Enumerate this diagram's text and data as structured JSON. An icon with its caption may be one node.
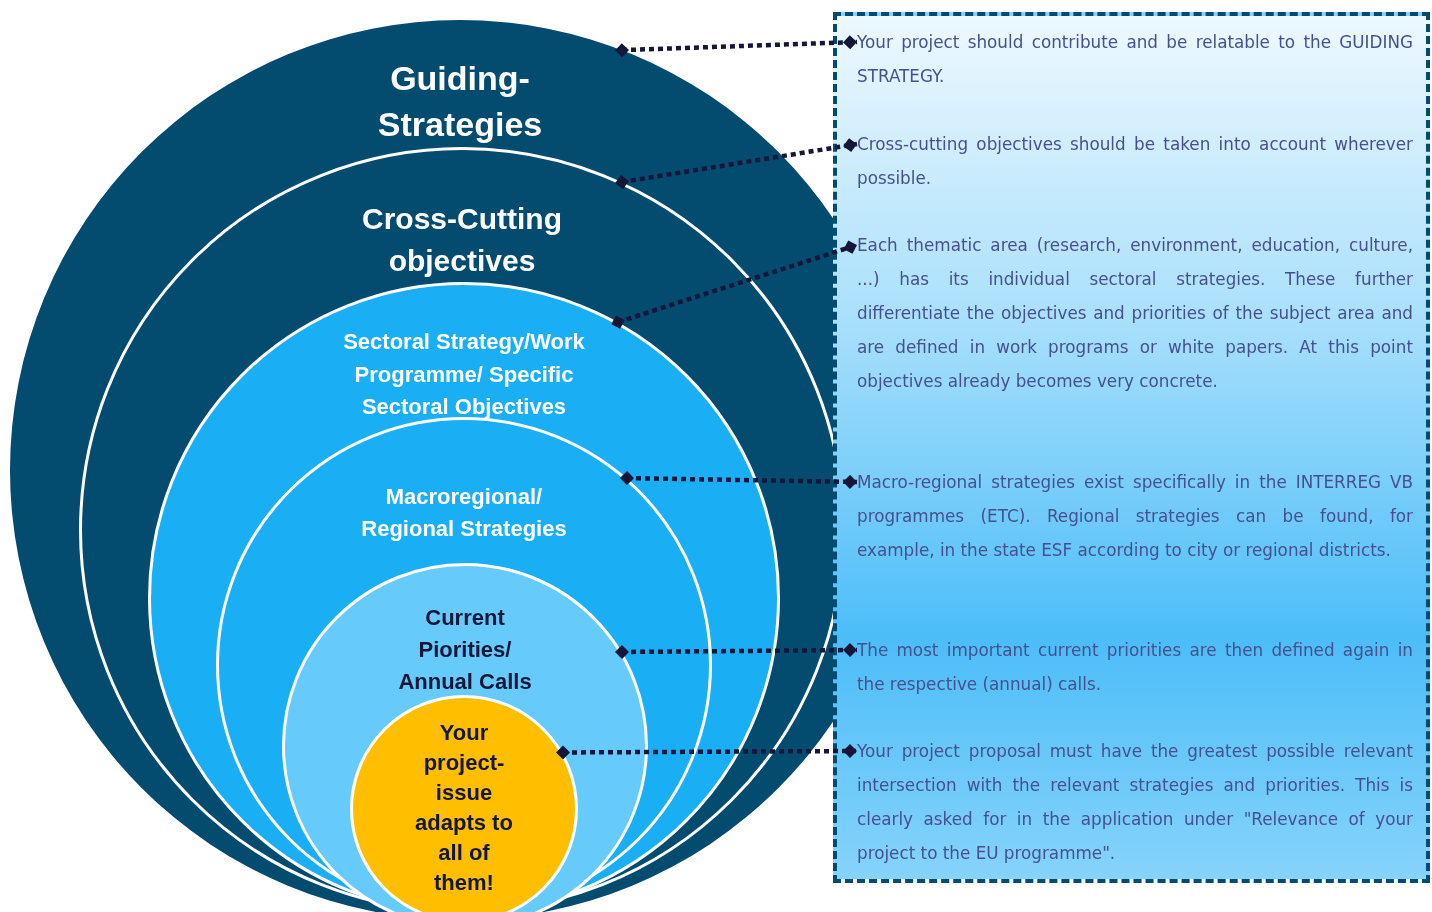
{
  "diagram": {
    "nodes": [
      {
        "text": [
          "Guiding-Strategies"
        ]
      },
      {
        "text": [
          "Cross-Cutting objectives"
        ],
        "in": 0
      },
      {
        "text": [
          "Sectoral Strategy/Work Programme/ Specific Sectoral Objectives"
        ],
        "in": 1
      },
      {
        "text": [
          "Macroregional/ Regional Strategies"
        ],
        "in": 2
      },
      {
        "text": [
          "Current Piorities/ Annual Calls"
        ],
        "in": 3
      },
      {
        "text": [
          "Your project-issue adapts to all of them!"
        ],
        "in": 4
      },
      {
        "text": [],
        "shape": "box"
      },
      {
        "text": [
          "Your project should contribute and be relatable to the GUIDING STRATEGY."
        ],
        "in": 6
      },
      {
        "text": [
          "Cross-cutting objectives should be taken into account wherever possible."
        ],
        "in": 6
      },
      {
        "text": [
          "Each thematic area (research, environment, education, culture, ...) has its individual sectoral strategies. These further differentiate the objectives and priorities of the subject area and are defined in work programs or white papers. At this point objectives already becomes very concrete."
        ],
        "in": 6
      },
      {
        "text": [
          "Macro-regional strategies exist specifically in the INTERREG VB programmes (ETC). Regional strategies can be found, for example, in the state ESF according to city or regional districts."
        ],
        "in": 6
      },
      {
        "text": [
          "The most important current priorities are then defined again in the respective (annual) calls."
        ],
        "in": 6
      },
      {
        "text": [
          "Your project proposal must have the greatest possible relevant intersection with the relevant strategies and priorities. This is clearly asked for in the application under \"Relevance of your project to the EU programme\"."
        ],
        "in": 6
      }
    ],
    "edges": [
      {
        "from": 0,
        "to": 7,
        "arrow": "other",
        "style": "dashed"
      },
      {
        "from": 1,
        "to": 8,
        "arrow": "other",
        "style": "dashed"
      },
      {
        "from": 2,
        "to": 9,
        "arrow": "other",
        "style": "dashed"
      },
      {
        "from": 3,
        "to": 10,
        "arrow": "other",
        "style": "dashed"
      },
      {
        "from": 4,
        "to": 11,
        "arrow": "other",
        "style": "dashed"
      },
      {
        "from": 5,
        "to": 12,
        "arrow": "other",
        "style": "dashed"
      }
    ]
  }
}
